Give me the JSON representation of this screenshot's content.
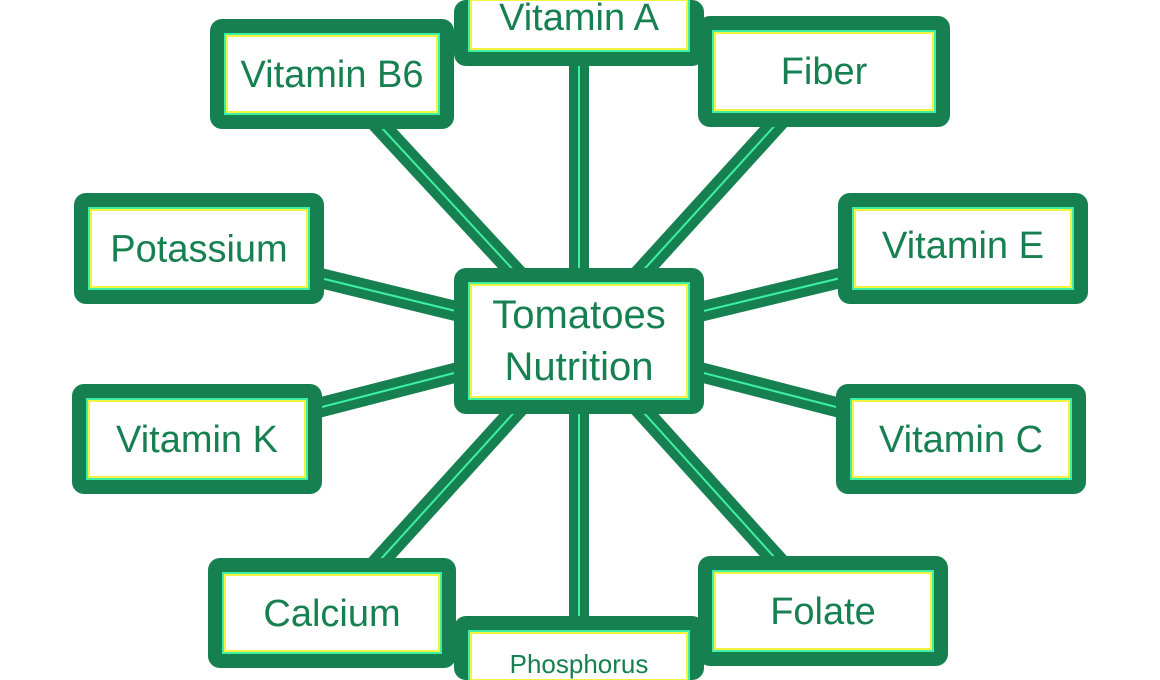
{
  "diagram": {
    "center": {
      "id": "center",
      "lines": [
        "Tomatoes",
        "Nutrition"
      ]
    },
    "nodes": [
      {
        "id": "vitamin-a",
        "label": "Vitamin A"
      },
      {
        "id": "fiber",
        "label": "Fiber"
      },
      {
        "id": "vitamin-e",
        "label": "Vitamin E"
      },
      {
        "id": "vitamin-c",
        "label": "Vitamin C"
      },
      {
        "id": "folate",
        "label": "Folate"
      },
      {
        "id": "phosphorus",
        "label": "Phosphorus"
      },
      {
        "id": "calcium",
        "label": "Calcium"
      },
      {
        "id": "vitamin-k",
        "label": "Vitamin K"
      },
      {
        "id": "potassium",
        "label": "Potassium"
      },
      {
        "id": "vitamin-b6",
        "label": "Vitamin B6"
      }
    ]
  },
  "colors": {
    "dark": "#168050",
    "light": "#3ef0a4",
    "yellow": "#f4f440",
    "fill": "#ffffff"
  }
}
